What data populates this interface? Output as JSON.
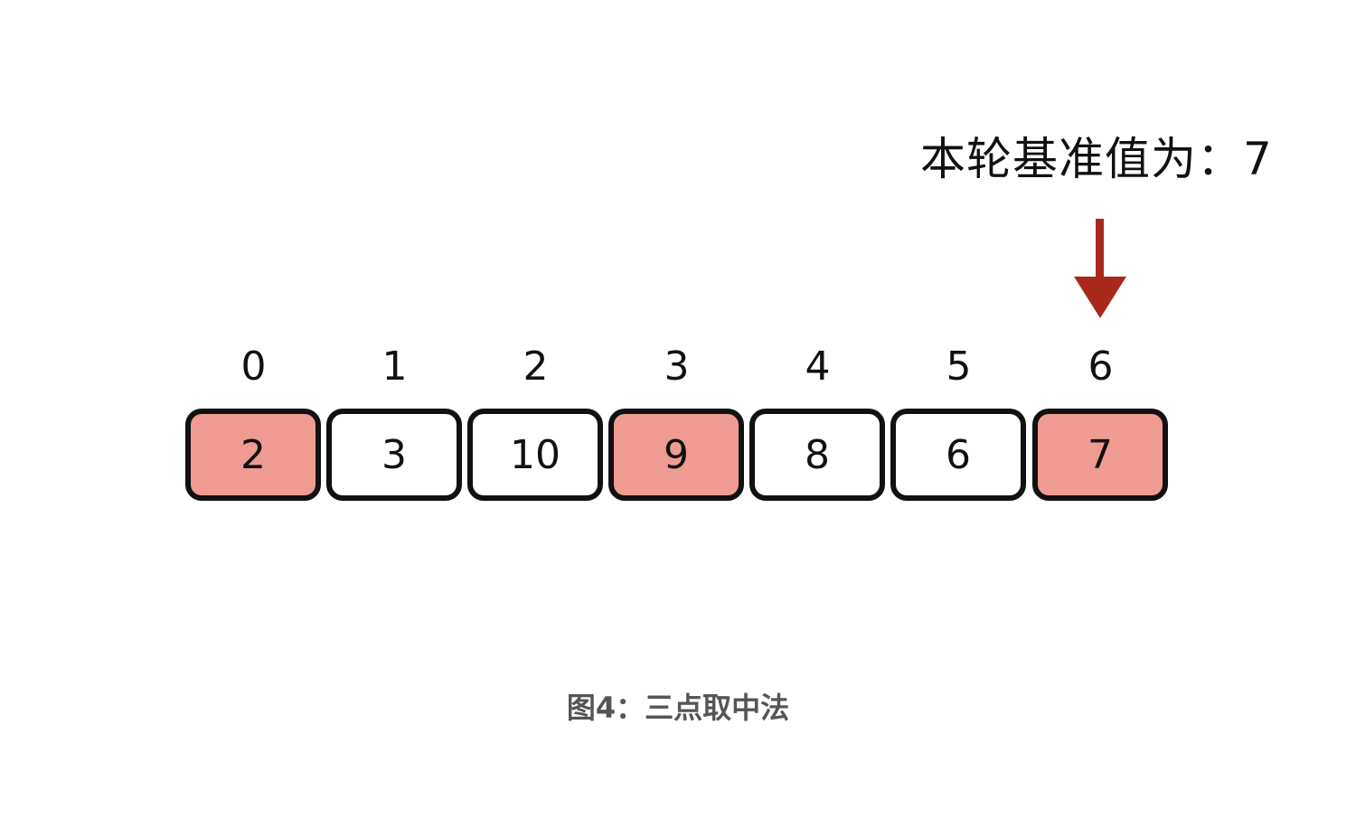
{
  "title": "本轮基准值为：7",
  "caption": "图4：三点取中法",
  "colors": {
    "highlight": "#f09b91",
    "arrow": "#a8291b",
    "border": "#111111"
  },
  "array": [
    {
      "index": "0",
      "value": "2",
      "highlighted": true
    },
    {
      "index": "1",
      "value": "3",
      "highlighted": false
    },
    {
      "index": "2",
      "value": "10",
      "highlighted": false
    },
    {
      "index": "3",
      "value": "9",
      "highlighted": true
    },
    {
      "index": "4",
      "value": "8",
      "highlighted": false
    },
    {
      "index": "5",
      "value": "6",
      "highlighted": false
    },
    {
      "index": "6",
      "value": "7",
      "highlighted": true
    }
  ],
  "pivot_index": 6
}
